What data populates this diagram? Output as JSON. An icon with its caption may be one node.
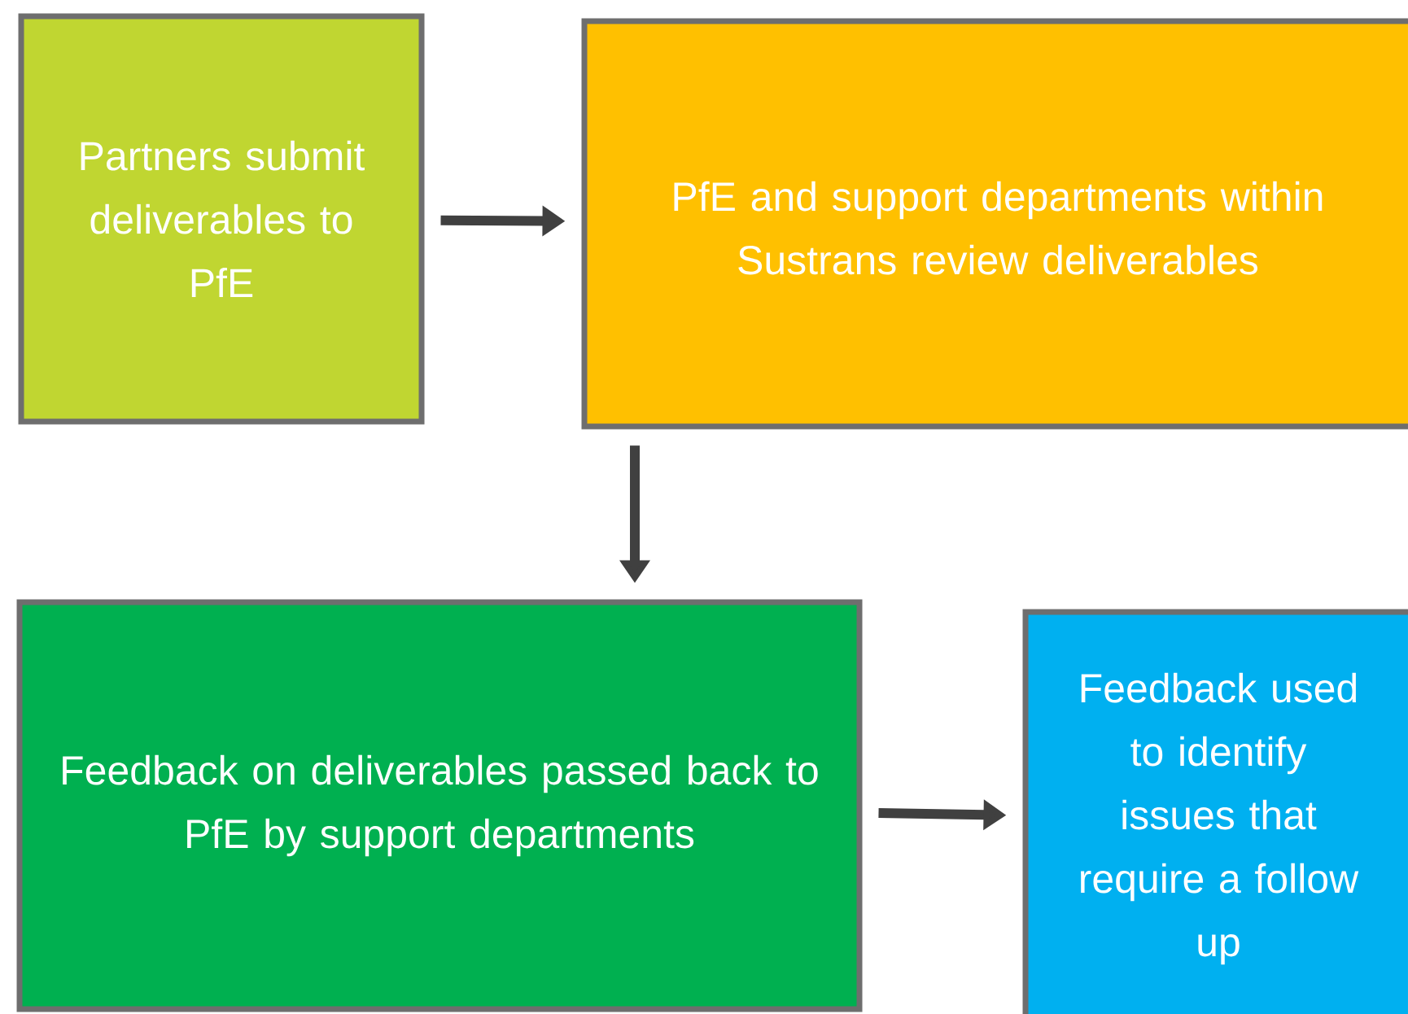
{
  "diagram": {
    "nodes": [
      {
        "text": [
          "Partners submit deliverables to PfE"
        ]
      },
      {
        "text": [
          "PfE and support departments within Sustrans review deliverables"
        ]
      },
      {
        "text": [
          "Feedback on deliverables passed back to PfE by support departments"
        ]
      },
      {
        "text": [
          "Feedback used to identify issues that require a follow up"
        ]
      }
    ],
    "edges": [
      {
        "from": 0,
        "to": 1,
        "arrow": "to"
      },
      {
        "from": 1,
        "to": 2,
        "arrow": "to"
      },
      {
        "from": 2,
        "to": 3,
        "arrow": "to"
      }
    ]
  }
}
